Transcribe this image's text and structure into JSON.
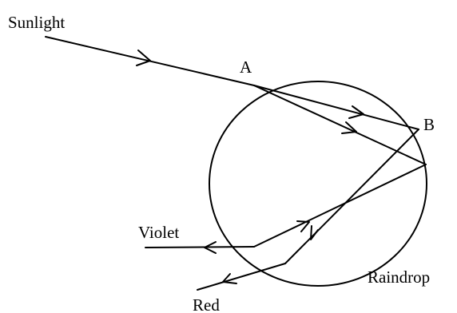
{
  "labels": {
    "sunlight": "Sunlight",
    "point_a": "A",
    "point_b": "B",
    "violet": "Violet",
    "red": "Red",
    "raindrop": "Raindrop"
  }
}
